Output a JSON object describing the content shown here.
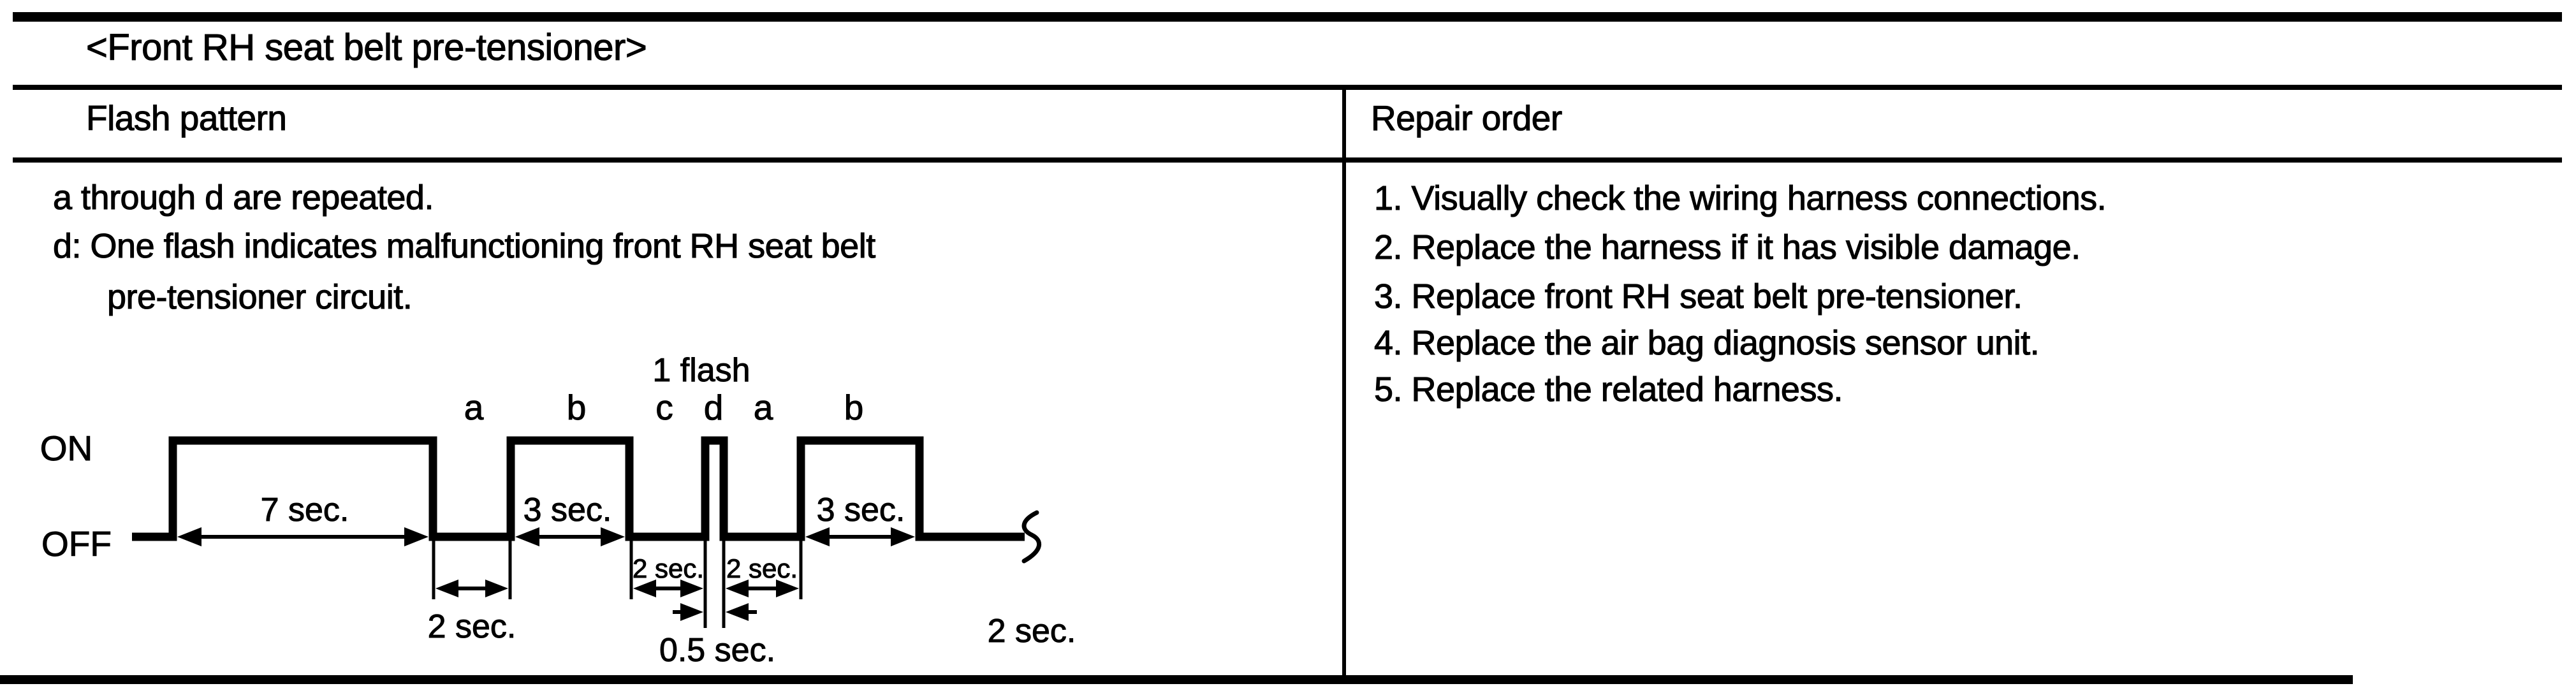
{
  "page": {
    "background": "#ffffff",
    "ink": "#000000"
  },
  "table": {
    "title": "<Front RH seat belt pre-tensioner>",
    "headers": {
      "flash_pattern": "Flash pattern",
      "repair_order": "Repair order"
    }
  },
  "flash_pattern": {
    "notes": [
      "a through d are repeated.",
      "d: One flash indicates malfunctioning front RH seat belt",
      "pre-tensioner circuit."
    ],
    "diagram": {
      "flash_count_label": "1 flash",
      "on_label": "ON",
      "off_label": "OFF",
      "segment_letters": [
        "a",
        "b",
        "c",
        "d",
        "a",
        "b"
      ],
      "dim_labels": {
        "pulse1": "7 sec.",
        "pulse_b1": "3 sec.",
        "gap_a1": "2 sec.",
        "gap_c": "2 sec.",
        "gap_a2": "2 sec.",
        "pulse_d": "0.5 sec.",
        "pulse_b2": "3 sec.",
        "tail": "2 sec."
      },
      "pattern_segments": [
        {
          "state": "ON",
          "seconds": 7,
          "letter": ""
        },
        {
          "state": "OFF",
          "seconds": 2,
          "letter": "a"
        },
        {
          "state": "ON",
          "seconds": 3,
          "letter": "b"
        },
        {
          "state": "OFF",
          "seconds": 2,
          "letter": "c"
        },
        {
          "state": "ON",
          "seconds": 0.5,
          "letter": "d"
        },
        {
          "state": "OFF",
          "seconds": 2,
          "letter": "a"
        },
        {
          "state": "ON",
          "seconds": 3,
          "letter": "b"
        },
        {
          "state": "OFF",
          "seconds": 2,
          "letter": ""
        }
      ]
    }
  },
  "repair_order": {
    "steps": [
      "1. Visually check the wiring harness connections.",
      "2. Replace the harness if it has visible damage.",
      "3. Replace front RH seat belt pre-tensioner.",
      "4. Replace the air bag diagnosis sensor unit.",
      "5. Replace the related harness."
    ]
  }
}
